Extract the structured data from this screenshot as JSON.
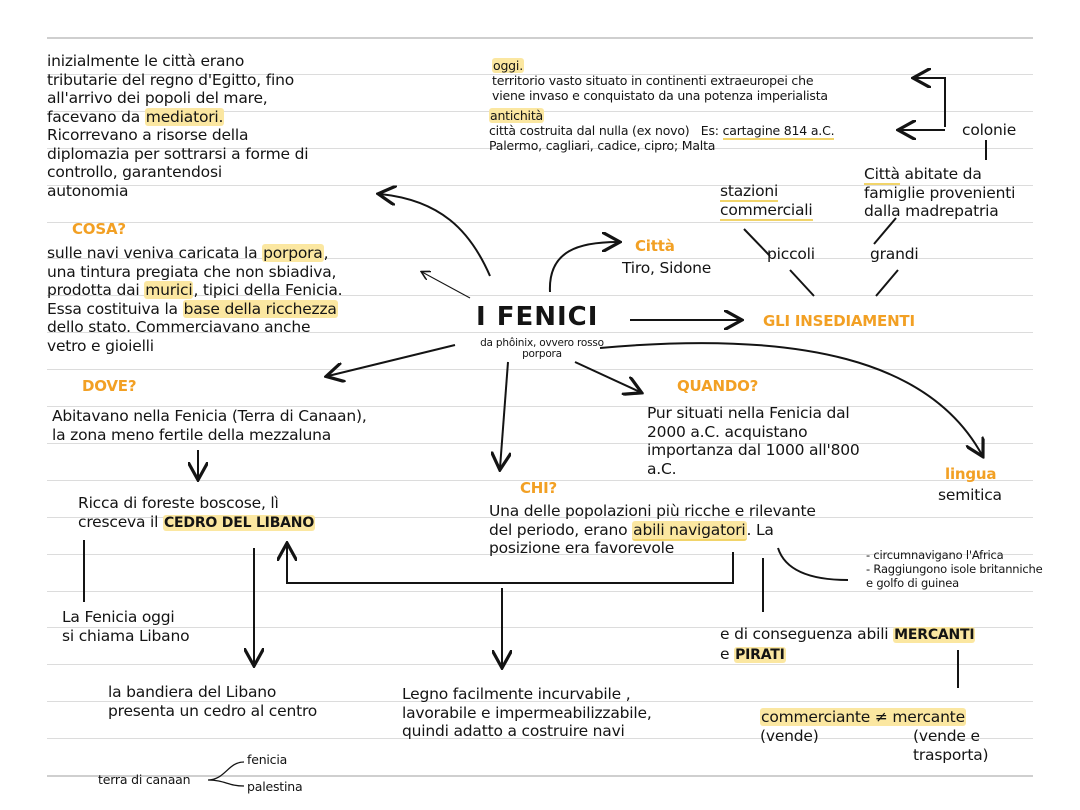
{
  "title": "I FENICI",
  "subtitle_line1": "da phôinix, ovvero rosso",
  "subtitle_line2": "porpora",
  "intro": {
    "line1": "inizialmente le città erano",
    "line2": "tributarie del regno d'Egitto, fino",
    "line3": "all'arrivo dei popoli del mare,",
    "line4a": "facevano da ",
    "line4b": "mediatori.",
    "line5": "Ricorrevano a risorse della",
    "line6": "diplomazia per sottrarsi a forme di",
    "line7": "controllo, garantendosi",
    "line8": "autonomia"
  },
  "cosa": {
    "heading": "COSA?",
    "l1a": "sulle navi veniva caricata la ",
    "l1b": "porpora",
    "l1c": ",",
    "l2": "una tintura pregiata che non sbiadiva,",
    "l3a": "prodotta dai ",
    "l3b": "murici",
    "l3c": ", tipici della Fenicia.",
    "l4a": "Essa costituiva la ",
    "l4b": "base della ricchezza",
    "l5": "dello stato. Commerciavano anche",
    "l6": "vetro e gioielli"
  },
  "dove": {
    "heading": "DOVE?",
    "l1": "Abitavano nella Fenicia (Terra di Canaan),",
    "l2": "la zona meno fertile della mezzaluna",
    "ricca_l1": "Ricca di foreste boscose, lì",
    "ricca_l2a": "cresceva il ",
    "ricca_l2b": "CEDRO DEL LIBANO",
    "oggi_l1": "La Fenicia oggi",
    "oggi_l2": "si chiama Libano",
    "bandiera_l1": "la bandiera del Libano",
    "bandiera_l2": "presenta un cedro al centro",
    "canaan": "terra di canaan",
    "canaan_a": "fenicia",
    "canaan_b": "palestina"
  },
  "citta": {
    "heading": "Città",
    "text": "Tiro, Sidone"
  },
  "colonie": {
    "oggi_label": "oggi.",
    "oggi_l1": "territorio vasto situato in continenti extraeuropei che",
    "oggi_l2": "viene invaso e conquistato da una potenza imperialista",
    "antichita_label": "antichità",
    "ant_l1a": "città costruita dal nulla (ex novo)   Es: ",
    "ant_l1b": "cartagine 814 a.C.",
    "ant_l2": "Palermo, cagliari, cadice, cipro; Malta",
    "label": "colonie",
    "abitate_l1a": "Città",
    "abitate_l1b": " abitate da",
    "abitate_l2": "famiglie provenienti",
    "abitate_l3": "dalla madrepatria",
    "stazioni_l1": "stazioni",
    "stazioni_l2": "commerciali",
    "piccoli": "piccoli",
    "grandi": "grandi",
    "insediamenti": "GLI INSEDIAMENTI"
  },
  "quando": {
    "heading": "QUANDO?",
    "l1": "Pur situati nella Fenicia dal",
    "l2": "2000 a.C. acquistano",
    "l3": "importanza dal 1000 all'800",
    "l4": "a.C."
  },
  "lingua": {
    "heading": "lingua",
    "text": "semitica"
  },
  "chi": {
    "heading": "CHI?",
    "l1": "Una delle popolazioni più ricche e rilevante",
    "l2a": "del periodo, erano ",
    "l2b": "abili navigatori",
    "l2c": ". La",
    "l3": "posizione era favorevole",
    "nav_l1": "- circumnavigano l'Africa",
    "nav_l2": "- Raggiungono isole britanniche",
    "nav_l3": "e golfo di guinea",
    "merc_l1a": "e di conseguenza abili ",
    "merc_l1b": "MERCANTI",
    "merc_l2a": "e ",
    "merc_l2b": "PIRATI",
    "comm_a": "commerciante ≠ mercante",
    "comm_vende": "(vende)",
    "comm_vt1": "(vende e",
    "comm_vt2": "trasporta)",
    "legno_l1": "Legno facilmente incurvabile ,",
    "legno_l2": "lavorabile e impermeabilizzabile,",
    "legno_l3": "quindi adatto a costruire navi"
  },
  "colors": {
    "highlight": "#fbe7a1",
    "heading": "#f2a024",
    "ink": "#141414"
  }
}
